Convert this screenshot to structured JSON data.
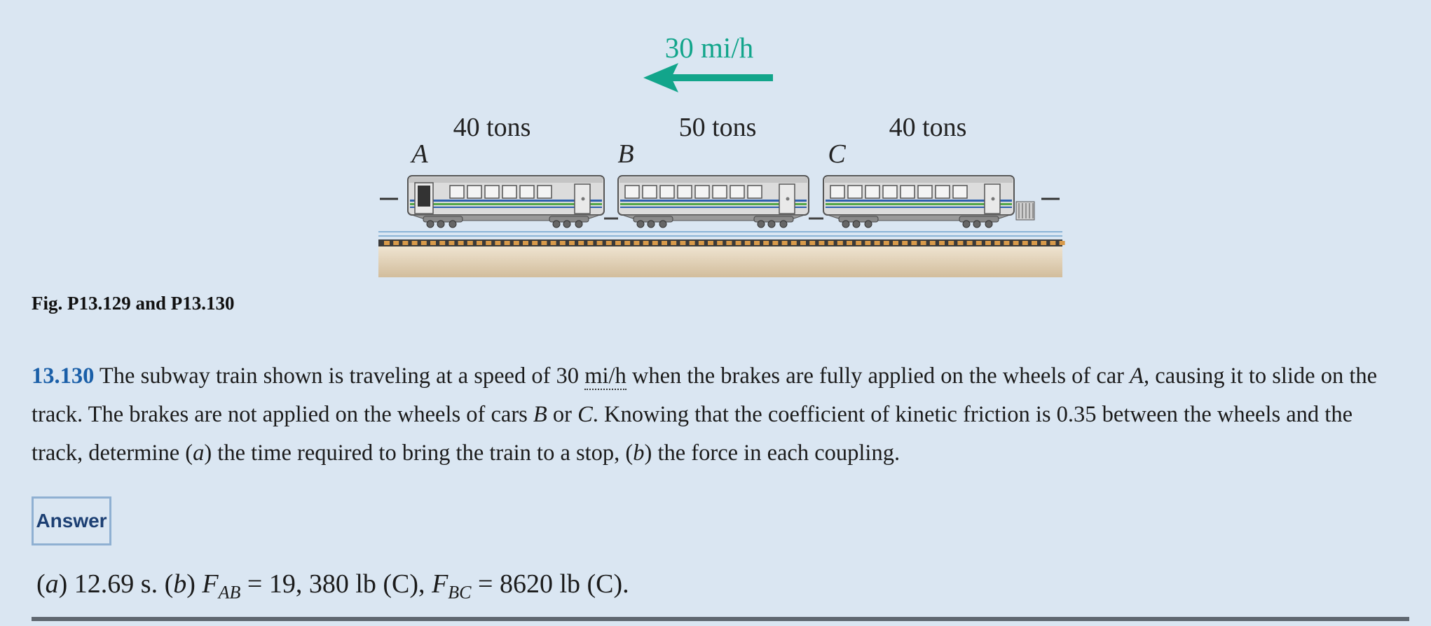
{
  "figure": {
    "speed_label": "30 mi/h",
    "cars": [
      {
        "letter": "A",
        "weight": "40 tons"
      },
      {
        "letter": "B",
        "weight": "50 tons"
      },
      {
        "letter": "C",
        "weight": "40 tons"
      }
    ],
    "arrow_color": "#12a58b",
    "caption": "Fig. P13.129 and P13.130"
  },
  "problem": {
    "number": "13.130",
    "seg1": "The subway train shown is traveling at a speed of 30 ",
    "unit": "mi/h",
    "seg2": " when the brakes are fully applied on the wheels of car ",
    "carA": "A",
    "seg3": ", causing it to slide on the track. The brakes are not applied on the wheels of cars ",
    "carB": "B",
    "seg4": " or ",
    "carC": "C",
    "seg5": ". Knowing that the coefficient of kinetic friction is 0.35 between the wheels and the track, determine (",
    "part_a": "a",
    "seg6": ") the time required to bring the train to a stop, (",
    "part_b": "b",
    "seg7": ") the force in each coupling."
  },
  "answer": {
    "button_label": "Answer",
    "open_a": "(",
    "a": "a",
    "close_a": ") 12.69 s. (",
    "b": "b",
    "close_b": ") ",
    "F": "F",
    "ab_sub": "AB",
    "fab_value": " = 19, 380 lb  (C),  ",
    "bc_sub": "BC",
    "fbc_value": " = 8620 lb  (C)."
  }
}
